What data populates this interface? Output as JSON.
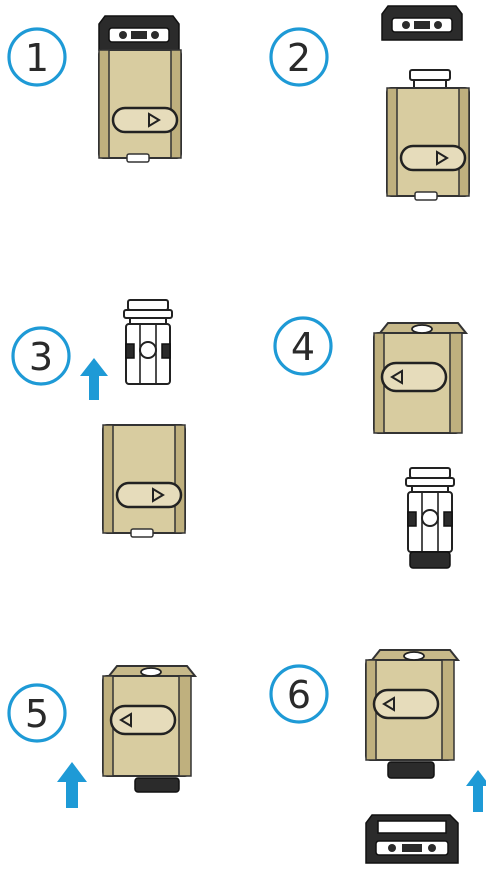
{
  "steps": [
    {
      "number": "1"
    },
    {
      "number": "2"
    },
    {
      "number": "3"
    },
    {
      "number": "4"
    },
    {
      "number": "5"
    },
    {
      "number": "6"
    }
  ],
  "colors": {
    "accent": "#1e9ad6",
    "body_tan": "#d8cca0",
    "outline": "#222222"
  },
  "icons": [
    "up-arrow-icon",
    "play-triangle-icon"
  ]
}
